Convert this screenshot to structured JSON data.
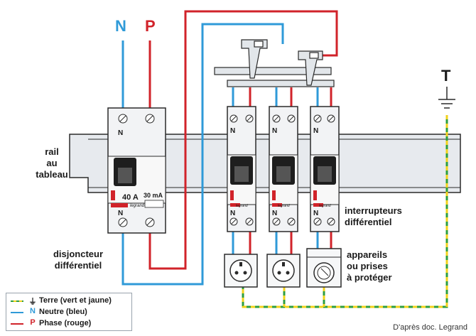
{
  "labels": {
    "neutral_letter": "N",
    "phase_letter": "P",
    "earth_letter": "T",
    "rail_line1": "rail",
    "rail_line2": "au",
    "rail_line3": "tableau",
    "main_breaker_line1": "disjoncteur",
    "main_breaker_line2": "différentiel",
    "switches_line1": "interrupteurs",
    "switches_line2": "différentiel",
    "devices_line1": "appareils",
    "devices_line2": "ou prises",
    "devices_line3": "à protéger",
    "breaker_rating": "40 A",
    "breaker_sensitivity": "30 mA",
    "terminal_n": "N",
    "brand": "legrand"
  },
  "legend": [
    {
      "symbol": "⏚",
      "text": "Terre (vert et jaune)",
      "color": "#2e9e3e",
      "dash": "#f2d21b"
    },
    {
      "symbol": "N",
      "text": "Neutre (bleu)",
      "color": "#2f9ad8"
    },
    {
      "symbol": "P",
      "text": "Phase (rouge)",
      "color": "#d1232a"
    }
  ],
  "credit": "D'après doc. Legrand",
  "colors": {
    "neutral": "#2f9ad8",
    "phase": "#d1232a",
    "earth_green": "#2e9e3e",
    "earth_yellow": "#f2d21b",
    "rail": "#e6e9ec"
  }
}
